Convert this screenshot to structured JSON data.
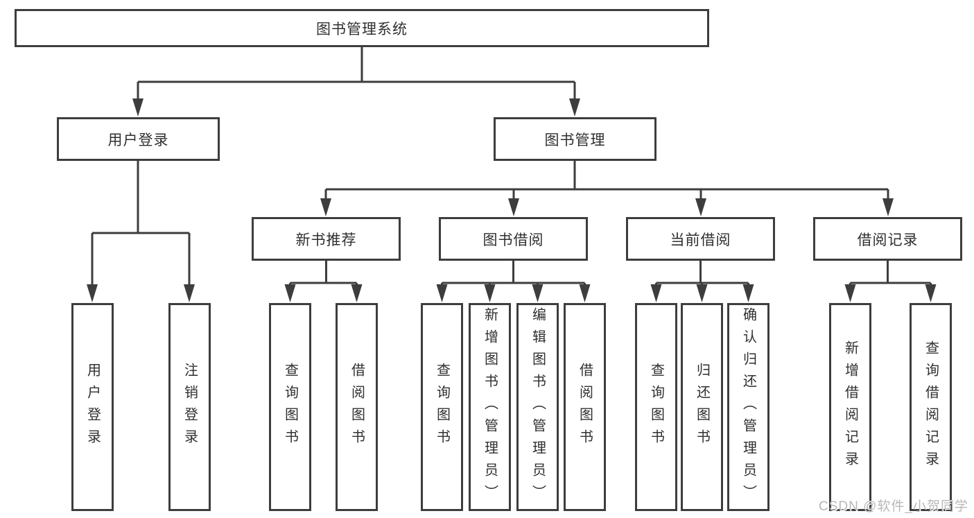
{
  "diagram_title": "图书管理系统",
  "tree": {
    "root": {
      "label": "图书管理系统",
      "children": [
        {
          "label": "用户登录",
          "children": [
            {
              "label": "用户登录"
            },
            {
              "label": "注销登录"
            }
          ]
        },
        {
          "label": "图书管理",
          "children": [
            {
              "label": "新书推荐",
              "children": [
                {
                  "label": "查询图书"
                },
                {
                  "label": "借阅图书"
                }
              ]
            },
            {
              "label": "图书借阅",
              "children": [
                {
                  "label": "查询图书"
                },
                {
                  "label": "新增图书（管理员）"
                },
                {
                  "label": "编辑图书（管理员）"
                },
                {
                  "label": "借阅图书"
                }
              ]
            },
            {
              "label": "当前借阅",
              "children": [
                {
                  "label": "查询图书"
                },
                {
                  "label": "归还图书"
                },
                {
                  "label": "确认归还（管理员）"
                }
              ]
            },
            {
              "label": "借阅记录",
              "children": [
                {
                  "label": "新增借阅记录"
                },
                {
                  "label": "查询借阅记录"
                }
              ]
            }
          ]
        }
      ]
    }
  },
  "watermark": "CSDN @软件_小贺同学",
  "colors": {
    "line": "#3d3d3d",
    "text": "#2f2f2f",
    "watermark": "#b8b8b8",
    "background": "#ffffff"
  }
}
